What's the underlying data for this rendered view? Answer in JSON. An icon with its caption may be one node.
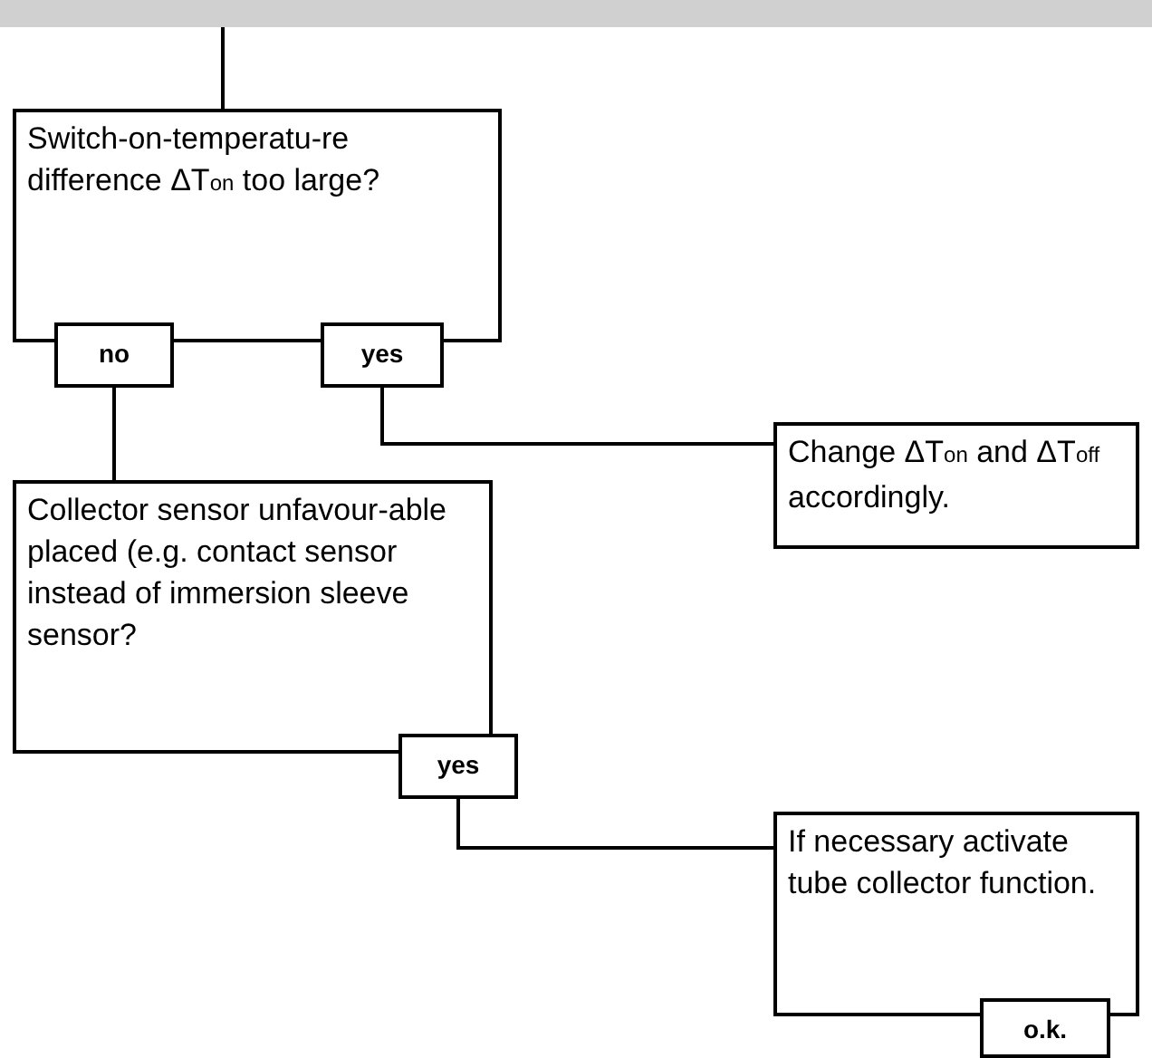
{
  "diagram": {
    "nodes": [
      {
        "text": [],
        "shape": "bar"
      },
      {
        "text": [
          "Switch-on-temperatu-re difference ΔT$_{on}$ too large?"
        ]
      },
      {
        "text": [
          "no"
        ]
      },
      {
        "text": [
          "yes"
        ]
      },
      {
        "text": [
          "Change ΔT$_{on}$ and ΔT$_{off}$ accordingly."
        ]
      },
      {
        "text": [
          "Collector sensor unfavour-able placed (e.g. contact sensor instead of immersion sleeve sensor?"
        ]
      },
      {
        "text": [
          "yes"
        ]
      },
      {
        "text": [
          "If necessary activate tube collector function."
        ]
      },
      {
        "text": [
          "o.k."
        ]
      }
    ],
    "edges": [
      {
        "from": 0,
        "to": 1,
        "arrow": "none"
      },
      {
        "from": 3,
        "to": 4,
        "arrow": "none"
      },
      {
        "from": 2,
        "to": 5,
        "arrow": "none"
      },
      {
        "from": 6,
        "to": 7,
        "arrow": "none"
      }
    ]
  }
}
